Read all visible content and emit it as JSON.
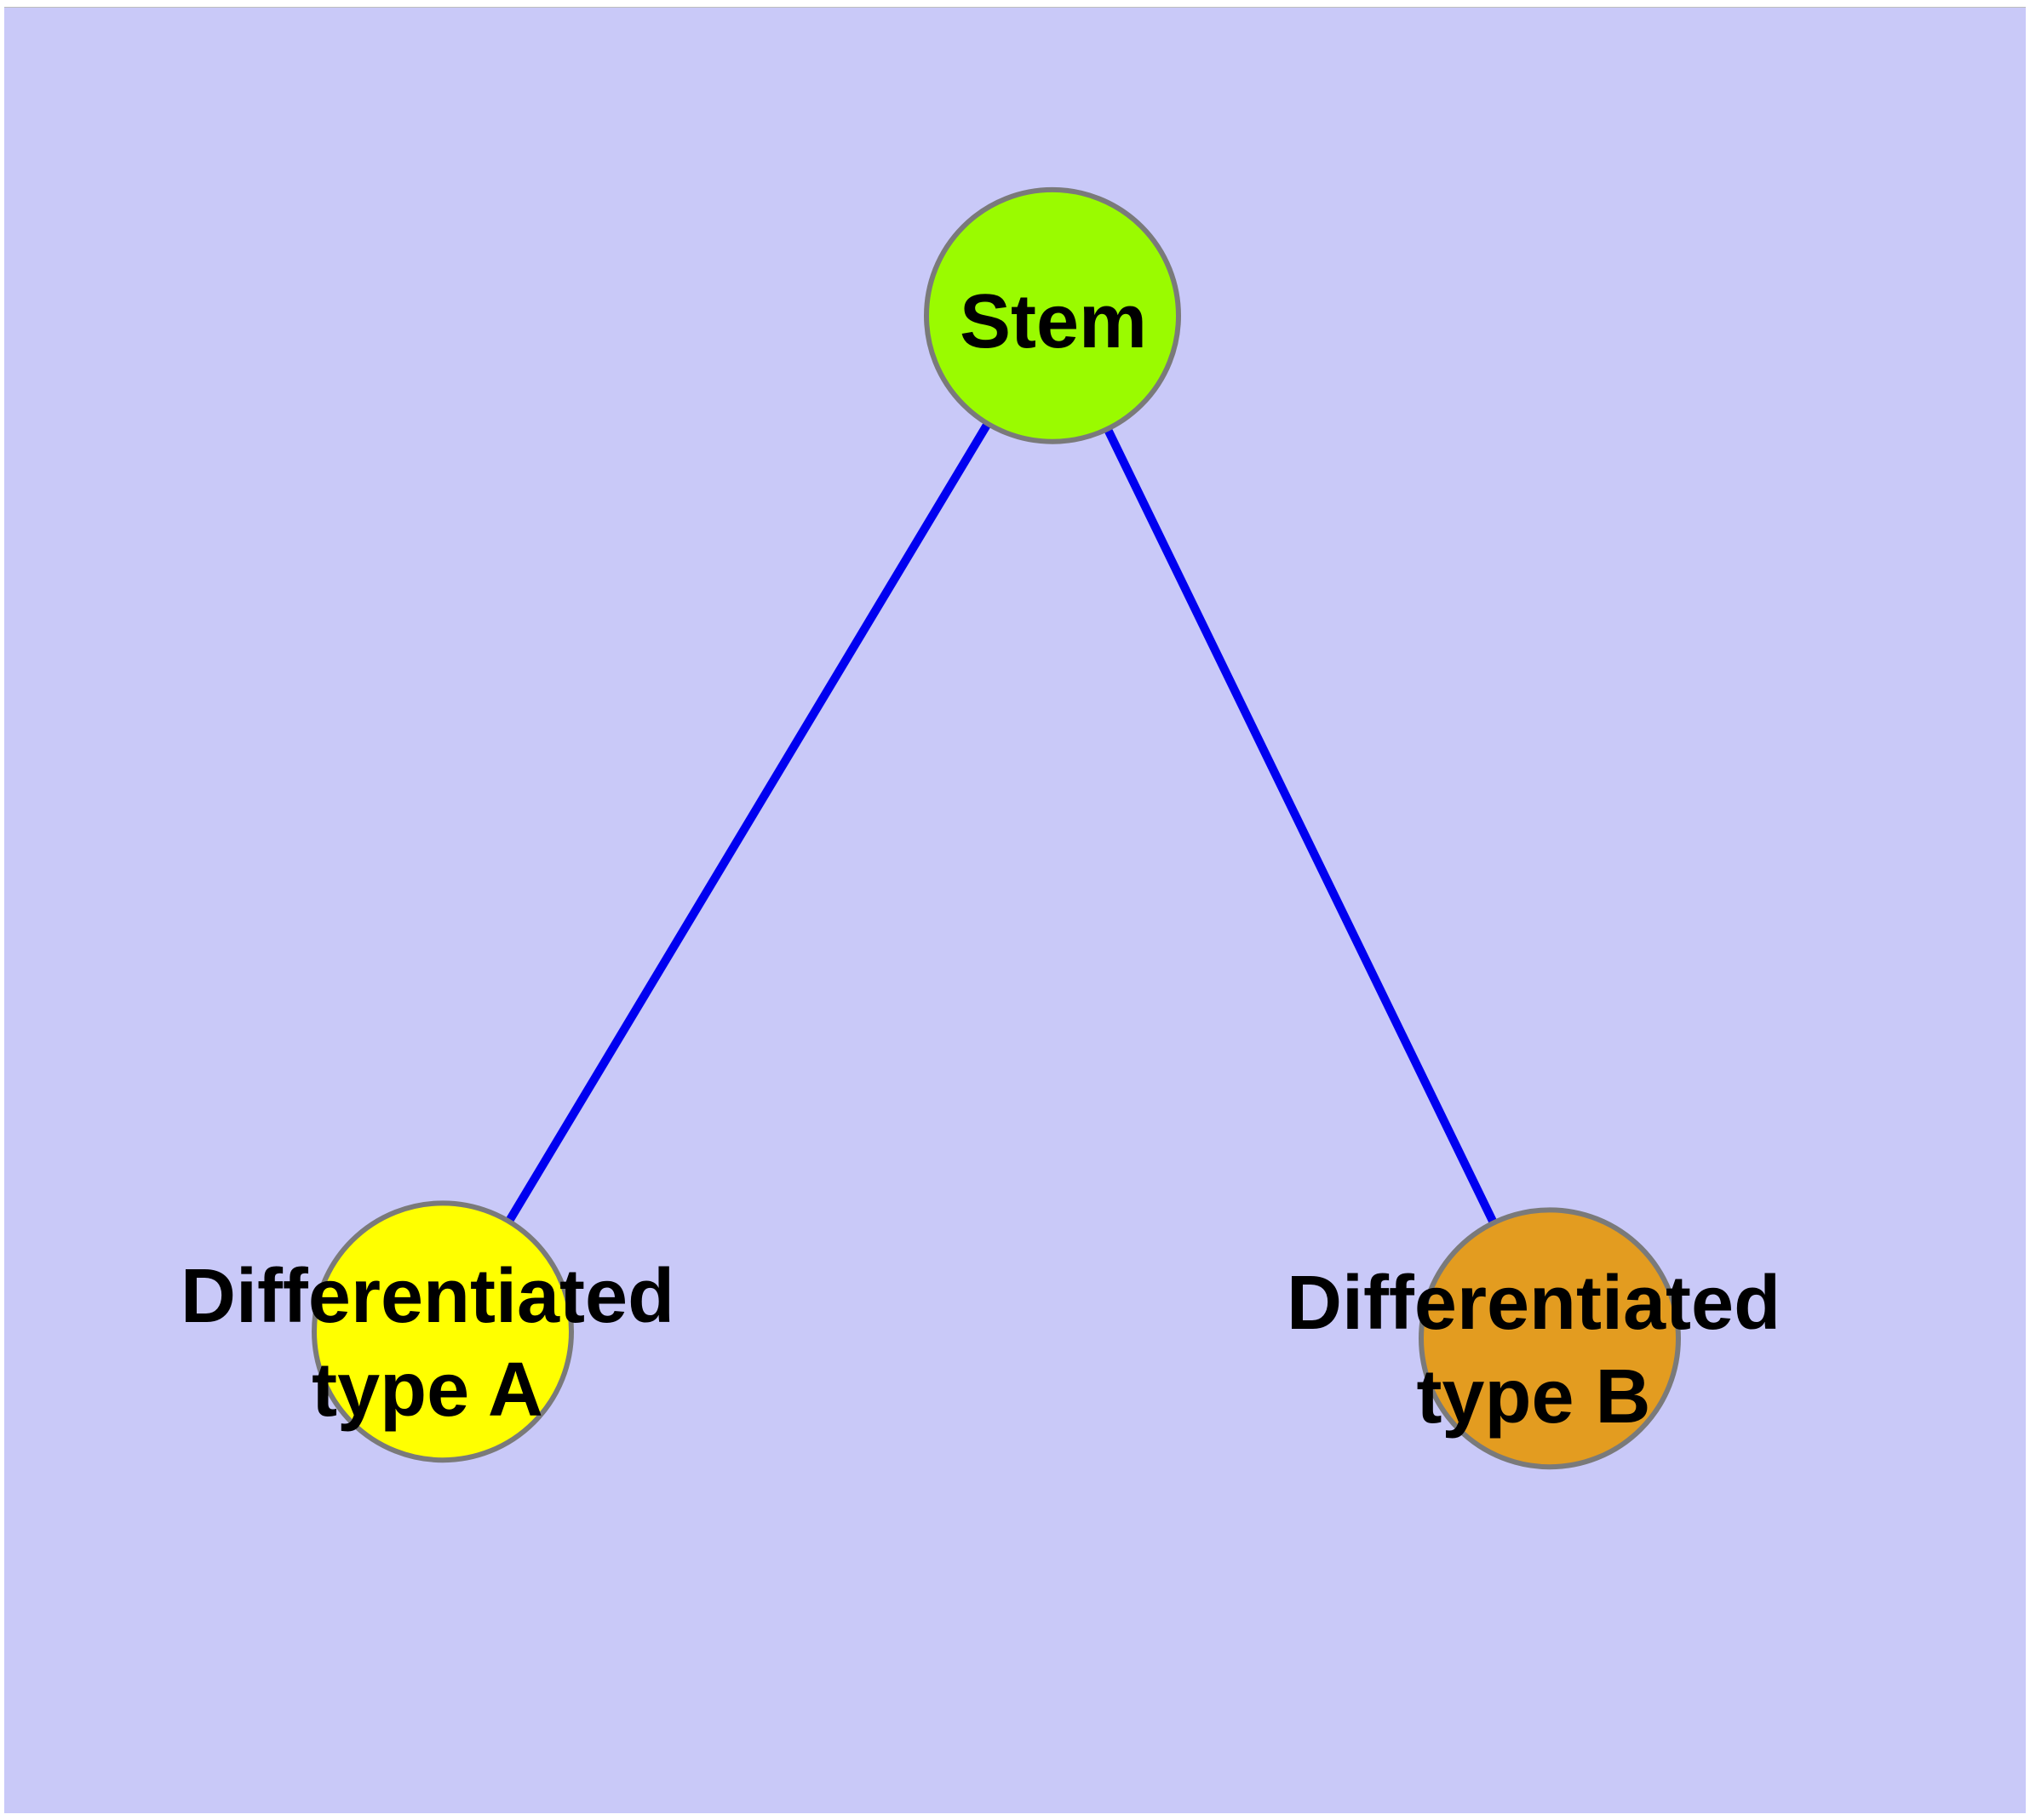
{
  "colors": {
    "background": "#c9c9f8",
    "page_margin": "#ffffff",
    "edge": "#0000f0",
    "node_border": "#7a7a7a",
    "label": "#000000"
  },
  "nodes": {
    "stem": {
      "label": "Stem",
      "color": "#9afb00"
    },
    "type_a": {
      "label_line1": "Differentiated",
      "label_line2": "type A",
      "color": "#ffff00"
    },
    "type_b": {
      "label_line1": "Differentiated",
      "label_line2": "type B",
      "color": "#e39c20"
    }
  },
  "edges": [
    {
      "from": "Stem",
      "to": "Differentiated type A"
    },
    {
      "from": "Stem",
      "to": "Differentiated type B"
    }
  ]
}
